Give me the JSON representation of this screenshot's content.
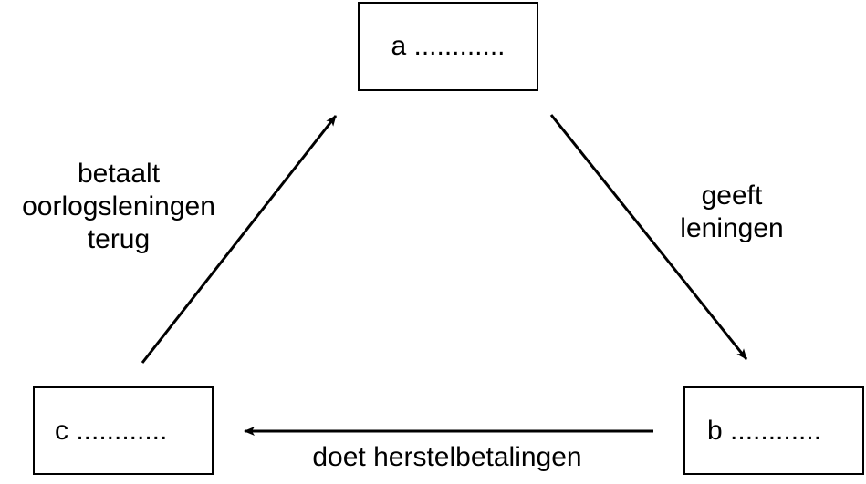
{
  "boxes": {
    "a": "a ............",
    "b": "b ............",
    "c": "c ............"
  },
  "labels": {
    "a_to_b": [
      "geeft",
      "leningen"
    ],
    "b_to_c": "doet herstelbetalingen",
    "c_to_a": [
      "betaalt",
      "oorlogsleningen",
      "terug"
    ]
  },
  "colors": {
    "line": "#000000",
    "background": "#ffffff"
  }
}
